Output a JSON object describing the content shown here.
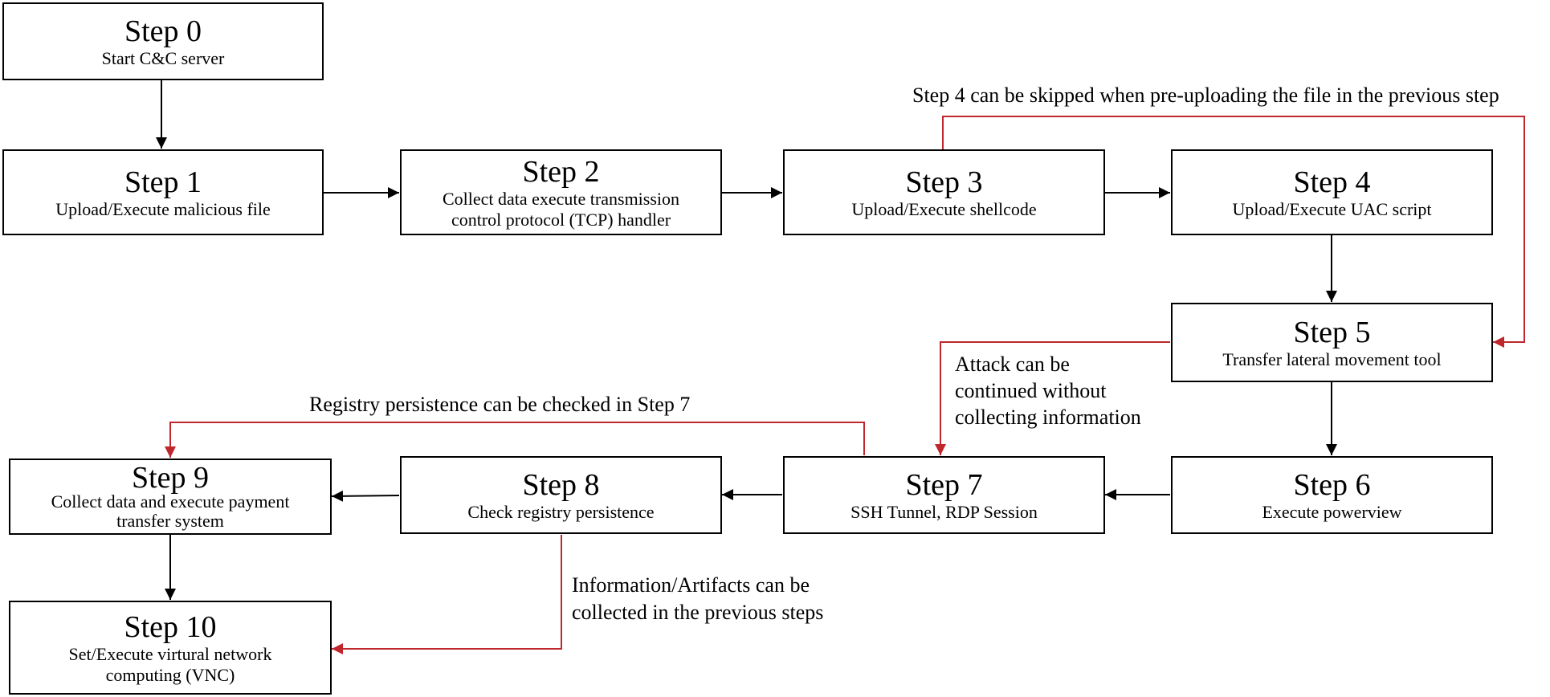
{
  "steps": [
    {
      "title": "Step 0",
      "desc": "Start C&C server"
    },
    {
      "title": "Step 1",
      "desc": "Upload/Execute malicious file"
    },
    {
      "title": "Step 2",
      "desc": "Collect data execute transmission control protocol (TCP) handler"
    },
    {
      "title": "Step 3",
      "desc": "Upload/Execute shellcode"
    },
    {
      "title": "Step 4",
      "desc": "Upload/Execute UAC script"
    },
    {
      "title": "Step 5",
      "desc": "Transfer lateral movement tool"
    },
    {
      "title": "Step 6",
      "desc": "Execute powerview"
    },
    {
      "title": "Step 7",
      "desc": "SSH Tunnel, RDP Session"
    },
    {
      "title": "Step 8",
      "desc": "Check registry persistence"
    },
    {
      "title": "Step 9",
      "desc": "Collect data and execute payment transfer system"
    },
    {
      "title": "Step 10",
      "desc": "Set/Execute virtural network computing (VNC)"
    }
  ],
  "notes": {
    "skip_step4": "Step 4 can be skipped when pre-uploading the file in the previous step",
    "attack_continued_line1": "Attack can be",
    "attack_continued_line2": "continued without",
    "attack_continued_line3": "collecting information",
    "registry_checked": "Registry persistence can be checked in Step 7",
    "artifacts_line1": "Information/Artifacts can be",
    "artifacts_line2": "collected in the previous steps"
  },
  "colors": {
    "black_arrow": "#000000",
    "red_arrow": "#c0272d"
  }
}
